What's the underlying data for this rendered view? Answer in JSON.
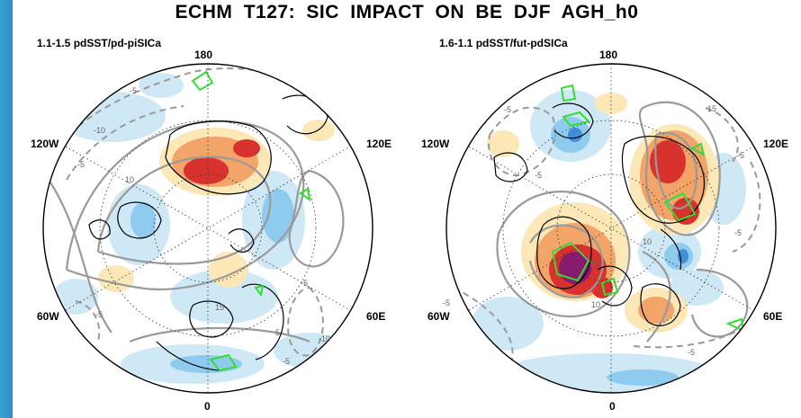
{
  "figure": {
    "title": "ECHM  T127: SIC  IMPACT  ON  BE  DJF   AGH_h0"
  },
  "panels": [
    {
      "subtitle": "1.1-1.5  pdSST/pd-piSICa",
      "labels": {
        "top": "180",
        "left_upper": "120W",
        "right_upper": "120E",
        "left_lower": "60W",
        "right_lower": "60E",
        "bottom": "0"
      },
      "contour_labels": [
        "-5",
        "-10",
        "-5",
        "10",
        "15",
        "-5",
        "5",
        "-5",
        "-10",
        "-5"
      ]
    },
    {
      "subtitle": "1.6-1.1  pdSST/fut-pdSICa",
      "labels": {
        "top": "180",
        "left_upper": "120W",
        "right_upper": "120E",
        "left_lower": "60W",
        "right_lower": "60E",
        "bottom": "0"
      },
      "contour_labels": [
        "-5",
        "-5",
        "15",
        "-5",
        "10",
        "10",
        "15",
        "-5",
        "-5",
        "-5"
      ]
    }
  ],
  "colors": {
    "negative_light": "#cfe8f6",
    "negative_mid": "#8fcbee",
    "negative_strong": "#3f8fd6",
    "positive_light": "#fbe8b6",
    "positive_mid": "#f3a468",
    "positive_strong": "#d8322e",
    "positive_extreme": "#8a1a6e",
    "contour": "#9a9a9a",
    "significance": "#33dd33"
  }
}
